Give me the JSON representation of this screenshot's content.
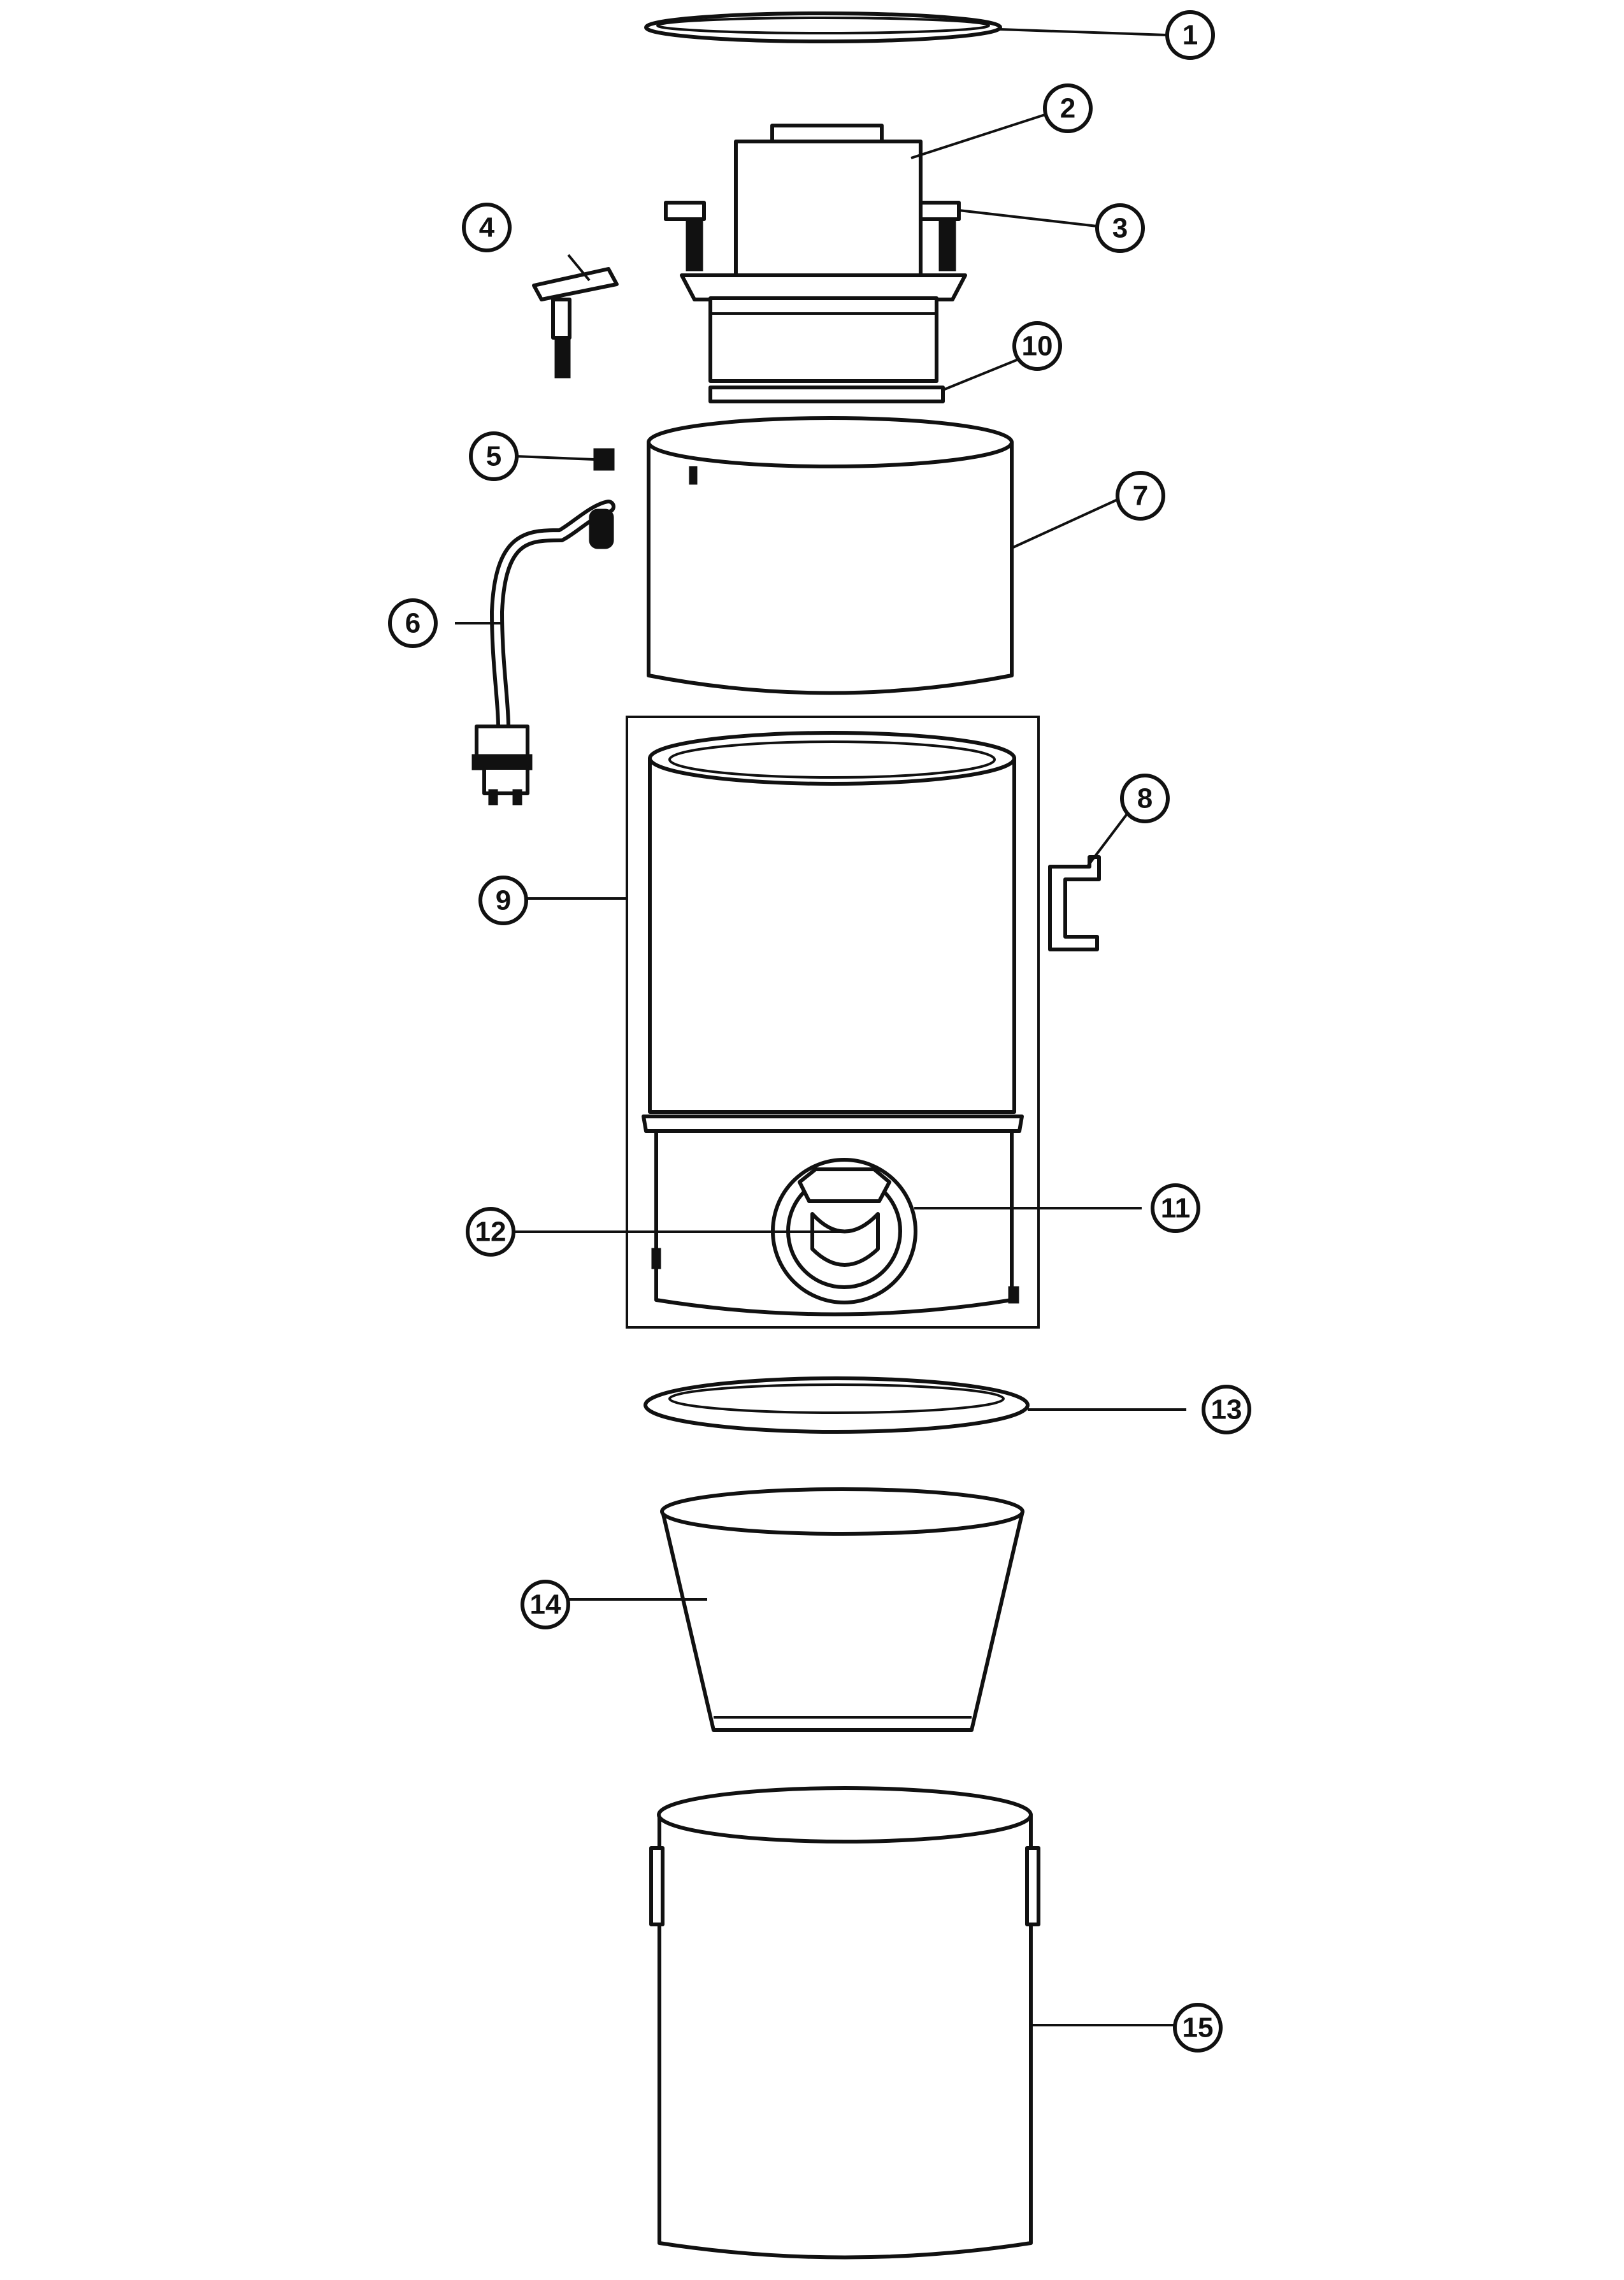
{
  "diagram": {
    "callouts": [
      {
        "id": "part-1",
        "label": "1"
      },
      {
        "id": "part-2",
        "label": "2"
      },
      {
        "id": "part-3",
        "label": "3"
      },
      {
        "id": "part-4",
        "label": "4"
      },
      {
        "id": "part-5",
        "label": "5"
      },
      {
        "id": "part-6",
        "label": "6"
      },
      {
        "id": "part-7",
        "label": "7"
      },
      {
        "id": "part-8",
        "label": "8"
      },
      {
        "id": "part-9",
        "label": "9"
      },
      {
        "id": "part-10",
        "label": "10"
      },
      {
        "id": "part-11",
        "label": "11"
      },
      {
        "id": "part-12",
        "label": "12"
      },
      {
        "id": "part-13",
        "label": "13"
      },
      {
        "id": "part-14",
        "label": "14"
      },
      {
        "id": "part-15",
        "label": "15"
      }
    ],
    "colors": {
      "line": "#111111",
      "background": "#ffffff"
    }
  }
}
